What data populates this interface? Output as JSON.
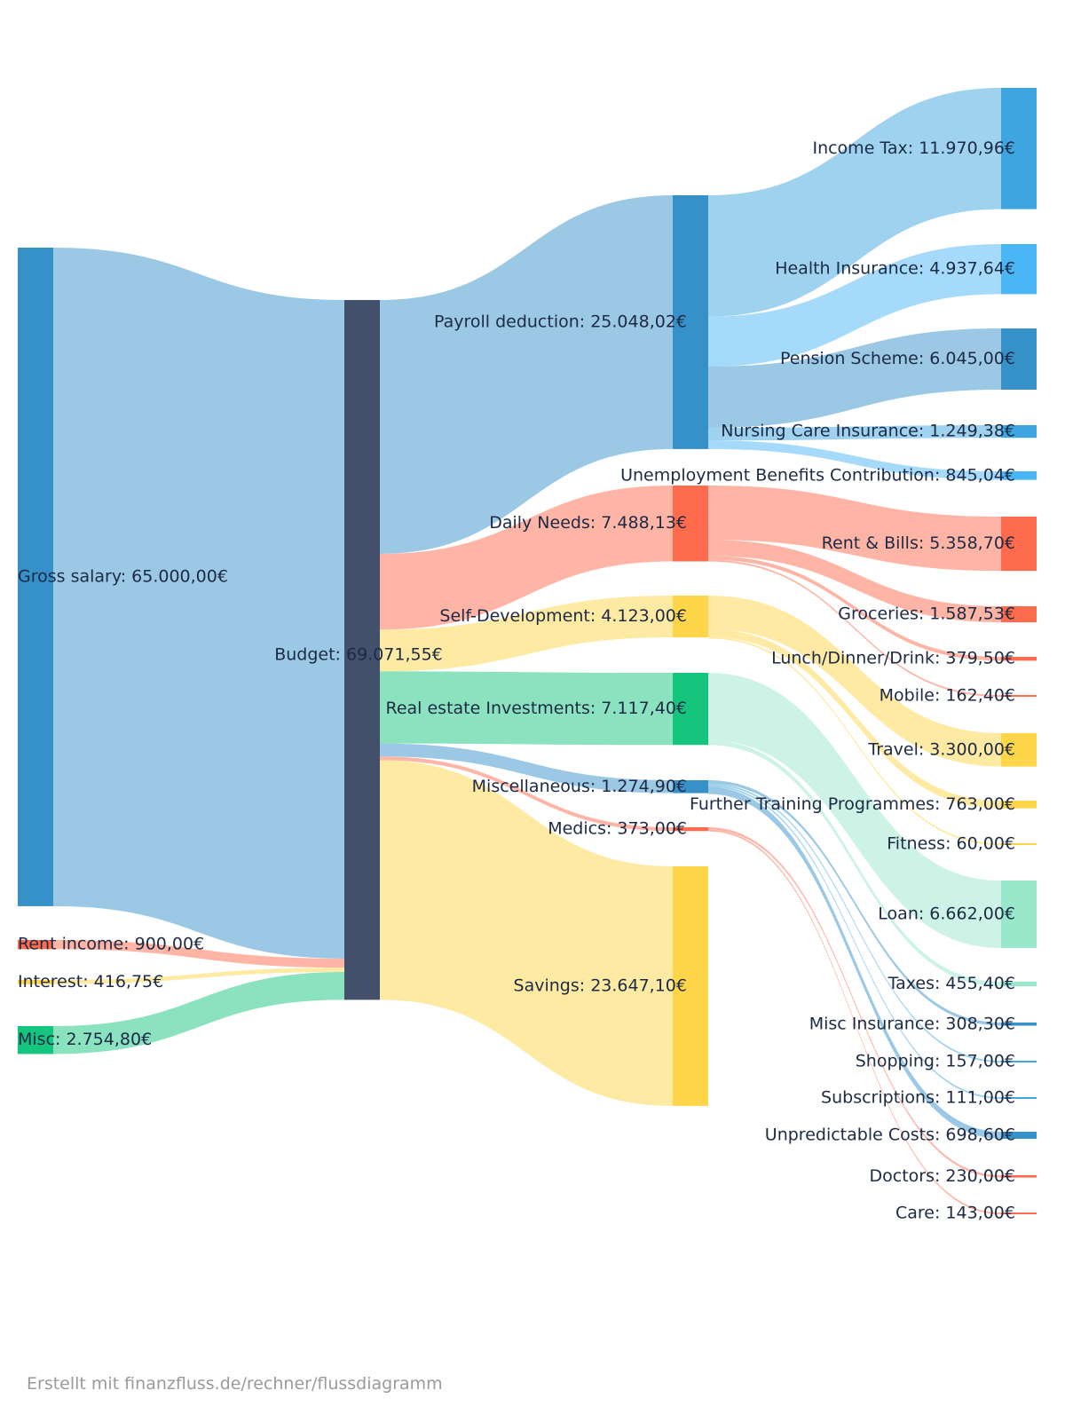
{
  "colors": {
    "blue": "#3791c9",
    "blue_light": "#3ea5e0",
    "blue_bright": "#4bb6f5",
    "red": "#ff6b4d",
    "yellow": "#ffd64a",
    "green": "#16c57d",
    "green_light": "#9ae8cc",
    "budget": "#42506b",
    "label_text": "#1c2a45",
    "credit_text": "#9a9a9a"
  },
  "diagram": {
    "sources": [
      {
        "id": "gross",
        "label": "Gross salary: 65.000,00€",
        "value": 65000.0,
        "color": "blue"
      },
      {
        "id": "rent_income",
        "label": "Rent income: 900,00€",
        "value": 900.0,
        "color": "red"
      },
      {
        "id": "interest",
        "label": "Interest: 416,75€",
        "value": 416.75,
        "color": "yellow"
      },
      {
        "id": "misc_in",
        "label": "Misc: 2.754,80€",
        "value": 2754.8,
        "color": "green"
      }
    ],
    "budget": {
      "id": "budget",
      "label": "Budget: 69.071,55€",
      "value": 69071.55,
      "color": "budget"
    },
    "categories": [
      {
        "id": "payroll",
        "label": "Payroll deduction: 25.048,02€",
        "value": 25048.02,
        "color": "blue",
        "items": [
          {
            "label": "Income Tax: 11.970,96€",
            "value": 11970.96,
            "color": "blue_light"
          },
          {
            "label": "Health Insurance: 4.937,64€",
            "value": 4937.64,
            "color": "blue_bright"
          },
          {
            "label": "Pension Scheme: 6.045,00€",
            "value": 6045.0,
            "color": "blue"
          },
          {
            "label": "Nursing Care Insurance: 1.249,38€",
            "value": 1249.38,
            "color": "blue_light"
          },
          {
            "label": "Unemployment Benefits Contribution: 845,04€",
            "value": 845.04,
            "color": "blue_bright"
          }
        ]
      },
      {
        "id": "daily",
        "label": "Daily Needs: 7.488,13€",
        "value": 7488.13,
        "color": "red",
        "items": [
          {
            "label": "Rent & Bills: 5.358,70€",
            "value": 5358.7,
            "color": "red"
          },
          {
            "label": "Groceries: 1.587,53€",
            "value": 1587.53,
            "color": "red"
          },
          {
            "label": "Lunch/Dinner/Drink: 379,50€",
            "value": 379.5,
            "color": "red"
          },
          {
            "label": "Mobile: 162,40€",
            "value": 162.4,
            "color": "red"
          }
        ]
      },
      {
        "id": "selfdev",
        "label": "Self-Development: 4.123,00€",
        "value": 4123.0,
        "color": "yellow",
        "items": [
          {
            "label": "Travel: 3.300,00€",
            "value": 3300.0,
            "color": "yellow"
          },
          {
            "label": "Further Training Programmes: 763,00€",
            "value": 763.0,
            "color": "yellow"
          },
          {
            "label": "Fitness: 60,00€",
            "value": 60.0,
            "color": "yellow"
          }
        ]
      },
      {
        "id": "realestate",
        "label": "Real estate Investments: 7.117,40€",
        "value": 7117.4,
        "color": "green",
        "items": [
          {
            "label": "Loan: 6.662,00€",
            "value": 6662.0,
            "color": "green_light"
          },
          {
            "label": "Taxes: 455,40€",
            "value": 455.4,
            "color": "green_light"
          }
        ]
      },
      {
        "id": "miscellaneous",
        "label": "Miscellaneous: 1.274,90€",
        "value": 1274.9,
        "color": "blue",
        "items": [
          {
            "label": "Misc Insurance: 308,30€",
            "value": 308.3,
            "color": "blue"
          },
          {
            "label": "Shopping: 157,00€",
            "value": 157.0,
            "color": "blue_light"
          },
          {
            "label": "Subscriptions: 111,00€",
            "value": 111.0,
            "color": "blue_light"
          },
          {
            "label": "Unpredictable Costs: 698,60€",
            "value": 698.6,
            "color": "blue"
          }
        ]
      },
      {
        "id": "medics",
        "label": "Medics: 373,00€",
        "value": 373.0,
        "color": "red",
        "items": [
          {
            "label": "Doctors: 230,00€",
            "value": 230.0,
            "color": "red"
          },
          {
            "label": "Care: 143,00€",
            "value": 143.0,
            "color": "red"
          }
        ]
      },
      {
        "id": "savings",
        "label": "Savings: 23.647,10€",
        "value": 23647.1,
        "color": "yellow",
        "items": []
      }
    ]
  },
  "footer": {
    "credit": "Erstellt mit finanzfluss.de/rechner/flussdiagramm"
  }
}
